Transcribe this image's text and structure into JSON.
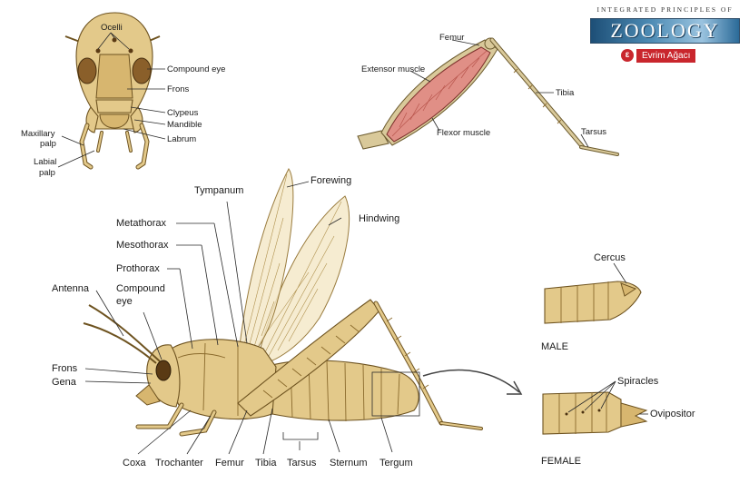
{
  "brand": {
    "top": "INTEGRATED PRINCIPLES OF",
    "title": "ZOOLOGY",
    "logo_text": "Evrim Ağacı",
    "logo_icon": "tree-icon",
    "accent": "#c9262d"
  },
  "head_labels": {
    "ocelli": "Ocelli",
    "compound_eye": "Compound eye",
    "frons": "Frons",
    "clypeus": "Clypeus",
    "mandible": "Mandible",
    "labrum": "Labrum",
    "maxillary_palp_1": "Maxillary",
    "maxillary_palp_2": "palp",
    "labial_palp_1": "Labial",
    "labial_palp_2": "palp"
  },
  "leg_labels": {
    "femur": "Femur",
    "extensor": "Extensor muscle",
    "flexor": "Flexor muscle",
    "tibia": "Tibia",
    "tarsus": "Tarsus"
  },
  "body_labels": {
    "tympanum": "Tympanum",
    "forewing": "Forewing",
    "hindwing": "Hindwing",
    "metathorax": "Metathorax",
    "mesothorax": "Mesothorax",
    "prothorax": "Prothorax",
    "antenna": "Antenna",
    "compound_eye_1": "Compound",
    "compound_eye_2": "eye",
    "frons": "Frons",
    "gena": "Gena",
    "coxa": "Coxa",
    "trochanter": "Trochanter",
    "femur": "Femur",
    "tibia": "Tibia",
    "tarsus": "Tarsus",
    "sternum": "Sternum",
    "tergum": "Tergum"
  },
  "abdomen_labels": {
    "cercus": "Cercus",
    "male": "MALE",
    "spiracles": "Spiracles",
    "ovipositor": "Ovipositor",
    "female": "FEMALE"
  }
}
